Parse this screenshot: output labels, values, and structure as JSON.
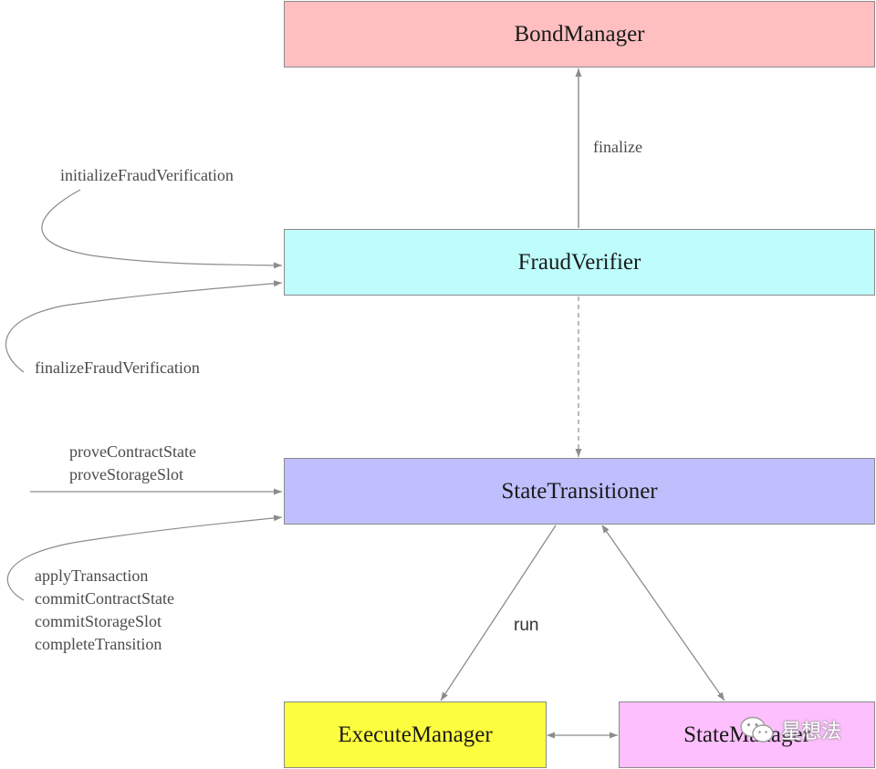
{
  "nodes": {
    "bond_manager": {
      "label": "BondManager",
      "color": "#ffbfc0"
    },
    "fraud_verifier": {
      "label": "FraudVerifier",
      "color": "#bffdfd"
    },
    "state_transitioner": {
      "label": "StateTransitioner",
      "color": "#bfbffd"
    },
    "execute_manager": {
      "label": "ExecuteManager",
      "color": "#fdfd3f"
    },
    "state_manager": {
      "label": "StateManager",
      "color": "#fdbffd"
    }
  },
  "edges": {
    "finalize": "finalize",
    "run": "run"
  },
  "calls": {
    "fraud_verifier_in": "initializeFraudVerification",
    "fraud_verifier_out": "finalizeFraudVerification",
    "state_transitioner_in": [
      "proveContractState",
      "proveStorageSlot"
    ],
    "state_transitioner_loop": [
      "applyTransaction",
      "commitContractState",
      "commitStorageSlot",
      "completeTransition"
    ]
  },
  "watermark": {
    "icon": "wechat-icon",
    "text": "星想法"
  },
  "colors": {
    "line": "#8c8c8c"
  }
}
